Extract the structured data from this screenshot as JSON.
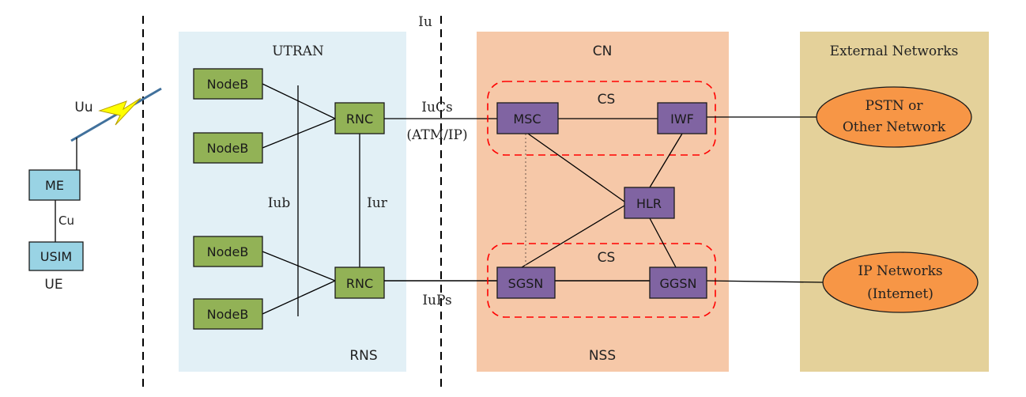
{
  "regions": {
    "utran": "UTRAN",
    "rns": "RNS",
    "cn": "CN",
    "nss": "NSS",
    "external": "External Networks",
    "cs_top": "CS",
    "cs_bottom": "CS"
  },
  "interfaces": {
    "uu": "Uu",
    "cu": "Cu",
    "iu": "Iu",
    "iub": "Iub",
    "iur": "Iur",
    "iucs_line1": "IuCs",
    "iucs_line2": "(ATM/IP)",
    "iups": "IuPs"
  },
  "ue": {
    "me": "ME",
    "usim": "USIM",
    "label": "UE"
  },
  "nodes": {
    "nodeb1": "NodeB",
    "nodeb2": "NodeB",
    "nodeb3": "NodeB",
    "nodeb4": "NodeB",
    "rnc_top": "RNC",
    "rnc_bottom": "RNC",
    "msc": "MSC",
    "iwf": "IWF",
    "hlr": "HLR",
    "sgsn": "SGSN",
    "ggsn": "GGSN"
  },
  "external_nets": {
    "pstn_line1": "PSTN or",
    "pstn_line2": "Other Network",
    "ip_line1": "IP Networks",
    "ip_line2": "(Internet)"
  },
  "colors": {
    "utran_bg": "#e2f0f6",
    "cn_bg": "#f6c8a8",
    "ext_bg": "#e4d19a",
    "ue_box": "#99d3e4",
    "nodeb_box": "#92b256",
    "core_box": "#8064a2",
    "ext_ellipse": "#f79646",
    "cs_border": "#ff0000",
    "bolt": "#ffff00"
  }
}
